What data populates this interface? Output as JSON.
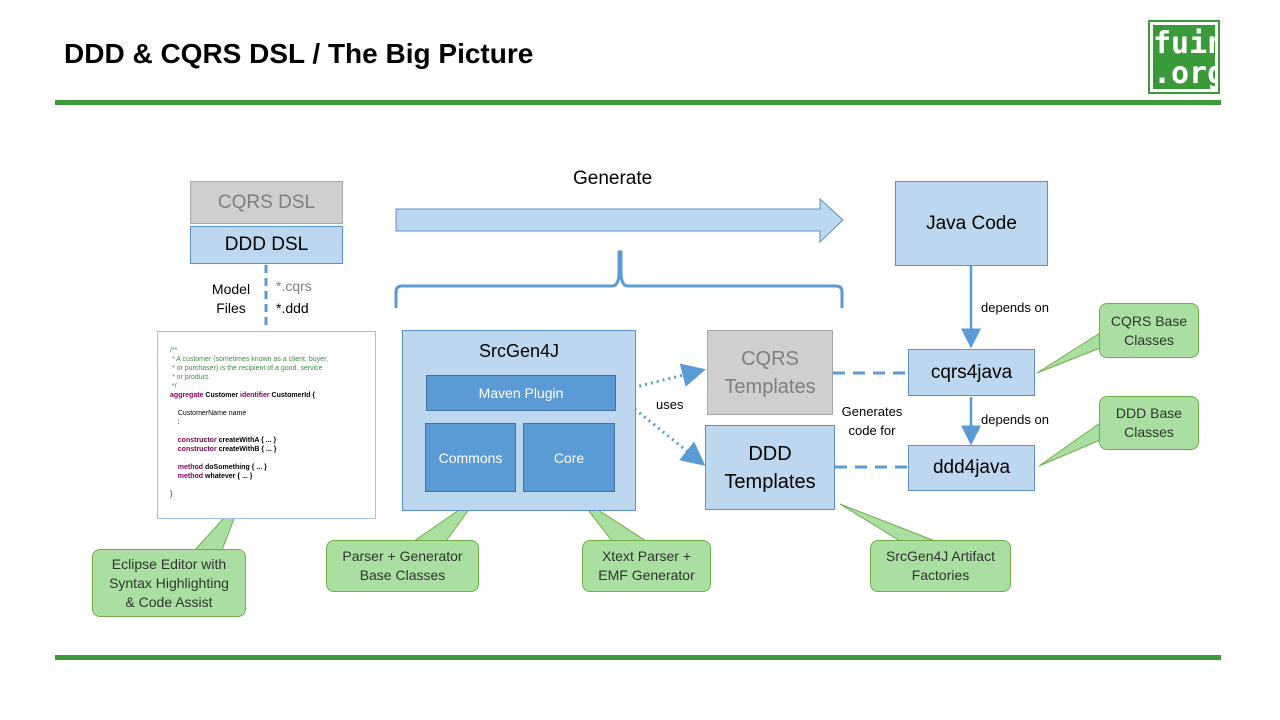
{
  "header": {
    "title": "DDD & CQRS DSL / The Big Picture",
    "logo_line1": "fuin",
    "logo_line2": ".org"
  },
  "dsl": {
    "cqrs": "CQRS DSL",
    "ddd": "DDD DSL"
  },
  "model_files": {
    "label_line1": "Model",
    "label_line2": "Files",
    "ext_cqrs": "*.cqrs",
    "ext_ddd": "*.ddd"
  },
  "code_sample": {
    "c1": "/**",
    "c2": " * A customer (sometimes known as a client, buyer,",
    "c3": " * or purchaser) is the recipient of a good, service",
    "c4": " * or product.",
    "c5": " */",
    "aggregate_kw": "aggregate",
    "aggregate_name": " Customer ",
    "identifier_kw": "identifier",
    "aggregate_id": " CustomerId {",
    "field": "    CustomerName name",
    "ellipsis": "    :",
    "constructor_kw": "constructor",
    "ctor_a": " createWithA { ... }",
    "ctor_b": " createWithB { ... }",
    "method_kw": "method",
    "method_a": " doSomething { ... }",
    "method_b": " whatever { ... }",
    "close": "}"
  },
  "generate": {
    "label": "Generate"
  },
  "srcgen": {
    "title": "SrcGen4J",
    "maven": "Maven Plugin",
    "commons": "Commons",
    "core": "Core"
  },
  "templates": {
    "cqrs_line1": "CQRS",
    "cqrs_line2": "Templates",
    "ddd_line1": "DDD",
    "ddd_line2": "Templates"
  },
  "labels": {
    "uses": "uses",
    "generates_line1": "Generates",
    "generates_line2": "code for",
    "depends_on_1": "depends on",
    "depends_on_2": "depends on"
  },
  "java": {
    "code": "Java Code",
    "cqrs4java": "cqrs4java",
    "ddd4java": "ddd4java"
  },
  "notes": {
    "eclipse": [
      "Eclipse Editor with",
      "Syntax Highlighting",
      "& Code Assist"
    ],
    "parser": [
      "Parser + Generator",
      "Base Classes"
    ],
    "xtext": [
      "Xtext Parser +",
      "EMF Generator"
    ],
    "factories": [
      "SrcGen4J Artifact",
      "Factories"
    ],
    "cqrs_base": [
      "CQRS Base",
      "Classes"
    ],
    "ddd_base": [
      "DDD Base",
      "Classes"
    ]
  },
  "colors": {
    "green": "#3a9a3a",
    "light_blue": "#bdd7ee",
    "blue": "#5b9bd5",
    "gray": "#d0cece",
    "note_green": "#a9dfa0"
  }
}
